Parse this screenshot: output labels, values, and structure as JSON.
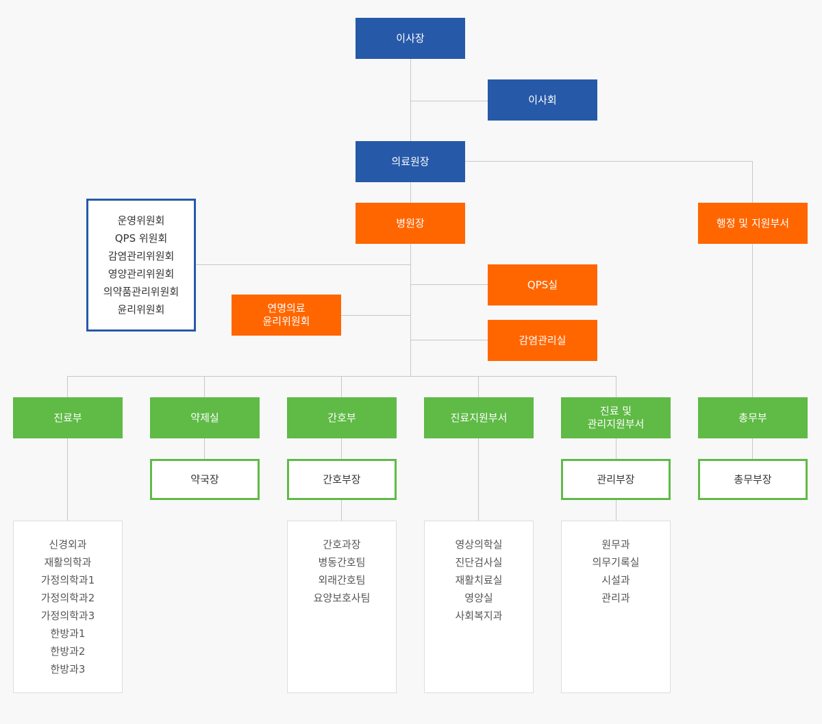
{
  "chairman": "이사장",
  "board": "이사회",
  "medical_director": "의료원장",
  "hospital_director": "병원장",
  "admin_support": "행정 및 지원부서",
  "committees": [
    "운영위원회",
    "QPS 위원회",
    "감염관리위원회",
    "영양관리위원회",
    "의약품관리위원회",
    "윤리위원회"
  ],
  "ethics_committee": [
    "연명의료",
    "윤리위원회"
  ],
  "qps_office": "QPS실",
  "infection_office": "감염관리실",
  "departments": {
    "medical": {
      "label": "진료부",
      "items": [
        "신경외과",
        "재활의학과",
        "가정의학과1",
        "가정의학과2",
        "가정의학과3",
        "한방과1",
        "한방과2",
        "한방과3"
      ]
    },
    "pharmacy": {
      "label": "약제실",
      "head": "약국장"
    },
    "nursing": {
      "label": "간호부",
      "head": "간호부장",
      "items": [
        "간호과장",
        "병동간호팀",
        "외래간호팀",
        "요양보호사팀"
      ]
    },
    "medical_support": {
      "label": "진료지원부서",
      "items": [
        "영상의학실",
        "진단검사실",
        "재활치료실",
        "영양실",
        "사회복지과"
      ]
    },
    "medical_mgmt": {
      "label": [
        "진료 및",
        "관리지원부서"
      ],
      "head": "관리부장",
      "items": [
        "원무과",
        "의무기록실",
        "시설과",
        "관리과"
      ]
    },
    "general_affairs": {
      "label": "총무부",
      "head": "총무부장"
    }
  },
  "colors": {
    "blue": "#2659a8",
    "orange": "#ff6600",
    "green": "#5fba46",
    "line": "#c7c7c7"
  }
}
